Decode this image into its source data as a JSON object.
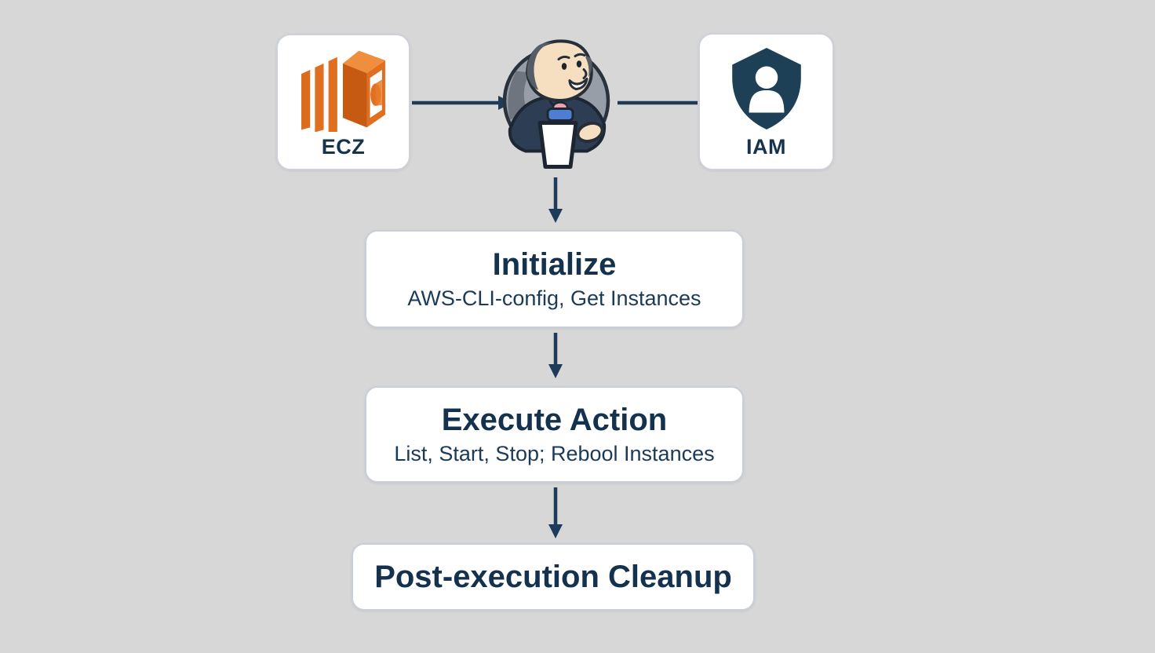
{
  "palette": {
    "background": "#d7d7d7",
    "card_background": "#ffffff",
    "card_border": "#ccd1da",
    "navy_text": "#14314d",
    "arrow": "#1e3c59",
    "ec2_orange": "#e0701f",
    "iam_shield_navy": "#1d4056"
  },
  "top_row": {
    "ecz": {
      "label": "ECZ",
      "icon": "ec2-box-icon"
    },
    "jenkins": {
      "icon": "jenkins-butler-mascot"
    },
    "iam": {
      "label": "IAM",
      "icon": "iam-shield-user-icon"
    }
  },
  "steps": [
    {
      "title": "Initialize",
      "subtitle": "AWS-CLI-config, Get Instances"
    },
    {
      "title": "Execute Action",
      "subtitle": "List, Start, Stop; Rebool Instances"
    },
    {
      "title": "Post-execution Cleanup"
    }
  ],
  "connections": [
    {
      "from": "ecz",
      "to": "jenkins",
      "arrowhead": true
    },
    {
      "from": "jenkins",
      "to": "iam",
      "arrowhead": false
    },
    {
      "from": "jenkins",
      "to": "step-initialize",
      "arrowhead": true
    },
    {
      "from": "step-initialize",
      "to": "step-execute-action",
      "arrowhead": true
    },
    {
      "from": "step-execute-action",
      "to": "step-post-execution-cleanup",
      "arrowhead": true
    }
  ]
}
